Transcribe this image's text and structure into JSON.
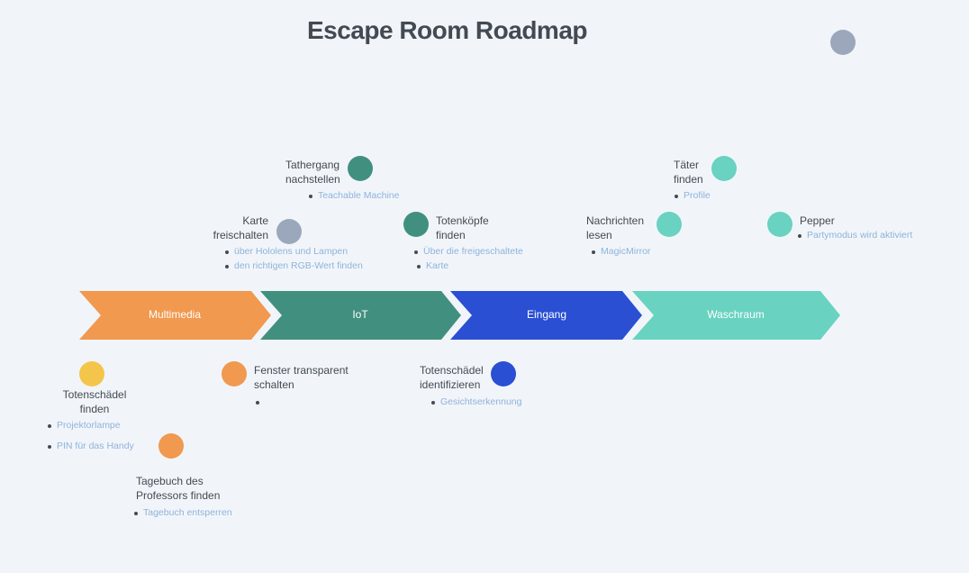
{
  "title": "Escape Room Roadmap",
  "colors": {
    "multimedia": "#f0994f",
    "iot": "#41907f",
    "eingang": "#2a4fd3",
    "waschraum": "#69d2c1",
    "gray": "#9ba8bb",
    "yellow": "#f4c54b",
    "text": "#444a52",
    "subtext": "#8fb3d9"
  },
  "phases": [
    "Multimedia",
    "IoT",
    "Eingang",
    "Waschraum"
  ],
  "tasks": {
    "tathergang": {
      "label": "Tathergang nachstellen",
      "line1": "Tathergang",
      "line2": "nachstellen",
      "subs": [
        "Teachable Machine"
      ]
    },
    "karte": {
      "line1": "Karte",
      "line2": "freischalten",
      "subs": [
        "über Hololens und Lampen",
        "den richtigen RGB-Wert finden"
      ]
    },
    "totenkoepfe": {
      "line1": "Totenköpfe",
      "line2": "finden",
      "subs": [
        "Über die freigeschaltete",
        "Karte"
      ]
    },
    "nachrichten": {
      "line1": "Nachrichten",
      "line2": "lesen",
      "subs": [
        "MagicMirror"
      ]
    },
    "taeter": {
      "line1": "Täter",
      "line2": "finden",
      "subs": [
        "Profile"
      ]
    },
    "pepper": {
      "line1": "Pepper",
      "subs": [
        "Partymodus wird aktiviert"
      ]
    },
    "totenschaedel_finden": {
      "line1": "Totenschädel",
      "line2": "finden",
      "subs": [
        "Projektorlampe",
        "PIN für das Handy"
      ]
    },
    "fenster": {
      "line1": "Fenster transparent",
      "line2": "schalten",
      "subs": [
        ""
      ]
    },
    "totenschaedel_ident": {
      "line1": "Totenschädel",
      "line2": "identifizieren",
      "subs": [
        "Gesichtserkennung"
      ]
    },
    "tagebuch": {
      "line1": "Tagebuch des",
      "line2": "Professors finden",
      "subs": [
        "Tagebuch entsperren"
      ]
    }
  }
}
